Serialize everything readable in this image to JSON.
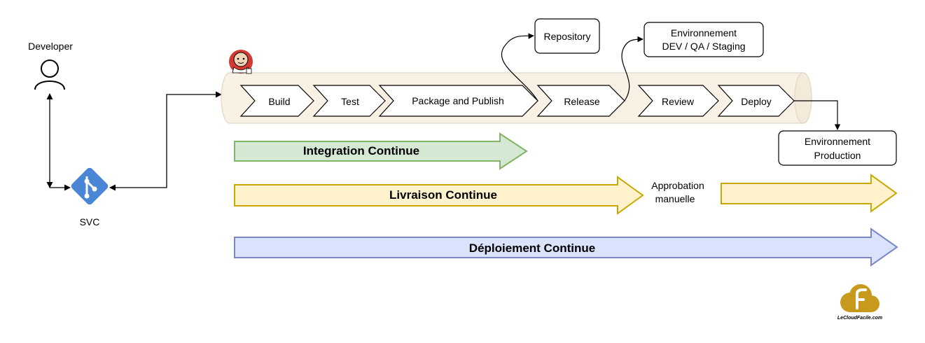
{
  "actors": {
    "developer_label": "Developer",
    "svc_label": "SVC"
  },
  "pipeline": {
    "stages": [
      "Build",
      "Test",
      "Package and Publish",
      "Release",
      "Review",
      "Deploy"
    ]
  },
  "targets": {
    "repository": "Repository",
    "env_dev_line1": "Environnement",
    "env_dev_line2": "DEV / QA / Staging",
    "env_prod_line1": "Environnement",
    "env_prod_line2": "Production"
  },
  "bands": {
    "integration": "Integration Continue",
    "livraison": "Livraison Continue",
    "approbation_line1": "Approbation",
    "approbation_line2": "manuelle",
    "deploiement": "Déploiement Continue"
  },
  "logo": {
    "text": "LeCloudFacile.com"
  },
  "colors": {
    "integration_fill": "#d5e8d4",
    "integration_stroke": "#82b366",
    "livraison_fill": "#fff2cc",
    "livraison_stroke": "#c9a800",
    "deploiement_fill": "#dae2fc",
    "deploiement_stroke": "#7b86c7",
    "pipe_fill": "#f8f1e4",
    "pipe_stroke": "#e6dccb",
    "git_orange": "#4a86d6",
    "logo_gold": "#c79a1d"
  }
}
